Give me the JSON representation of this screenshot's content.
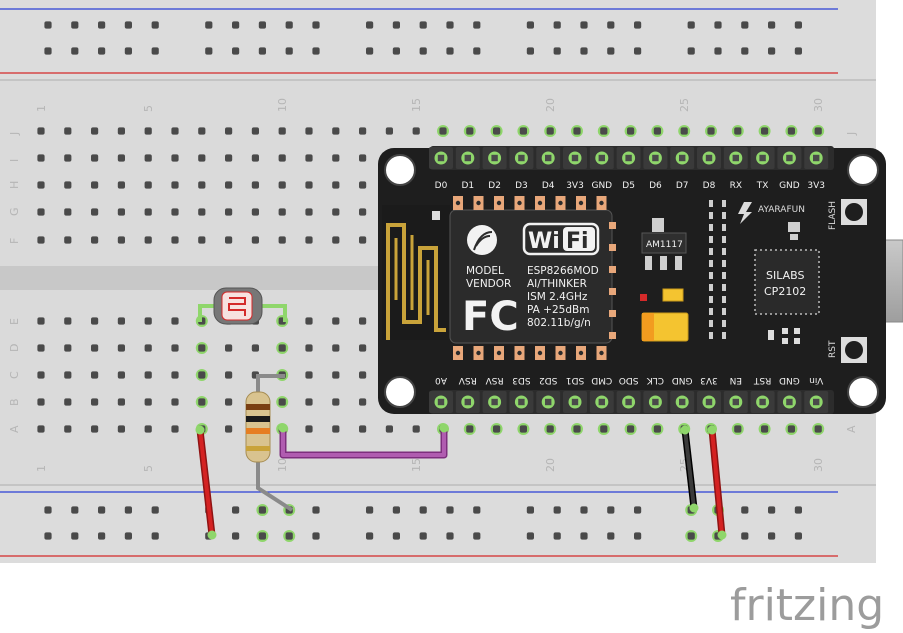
{
  "breadboard": {
    "column_numbers": [
      "1",
      "5",
      "10",
      "15",
      "20",
      "25",
      "30"
    ],
    "row_letters_top": [
      "J",
      "I",
      "H",
      "G",
      "F"
    ],
    "row_letters_bottom": [
      "E",
      "D",
      "C",
      "B",
      "A"
    ]
  },
  "nodemcu": {
    "top_pins": [
      "D0",
      "D1",
      "D2",
      "D3",
      "D4",
      "3V3",
      "GND",
      "D5",
      "D6",
      "D7",
      "D8",
      "RX",
      "TX",
      "GND",
      "3V3"
    ],
    "bottom_pins": [
      "A0",
      "RSV",
      "RSV",
      "SD3",
      "SD2",
      "SD1",
      "CMD",
      "SDO",
      "CLK",
      "GND",
      "3V3",
      "EN",
      "RST",
      "GND",
      "Vin"
    ],
    "brand": "AYARAFUN",
    "flash_label": "FLASH",
    "rst_label": "RST",
    "regulator": "AM1117",
    "usb_chip_line1": "SILABS",
    "usb_chip_line2": "CP2102",
    "module_left": [
      "MODEL",
      "VENDOR"
    ],
    "module_right": [
      "ESP8266MOD",
      "AI/THINKER",
      "ISM 2.4GHz",
      "PA +25dBm",
      "802.11b/g/n"
    ],
    "wifi_wi": "Wi",
    "wifi_fi": "Fi",
    "fcc": "FC"
  },
  "watermark": "fritzing",
  "colors": {
    "board": "#d9d9d9",
    "rail_red": "#d42a2a",
    "rail_blue": "#2b3fd6",
    "green_hole": "#8fd66b",
    "pcb": "#1e1e1e",
    "header_pad": "#e8a77a",
    "wire_red": "#cc1f1f",
    "wire_black": "#1a1a1a",
    "wire_purple": "#a345a3",
    "lead_gray": "#8a8a8a"
  }
}
